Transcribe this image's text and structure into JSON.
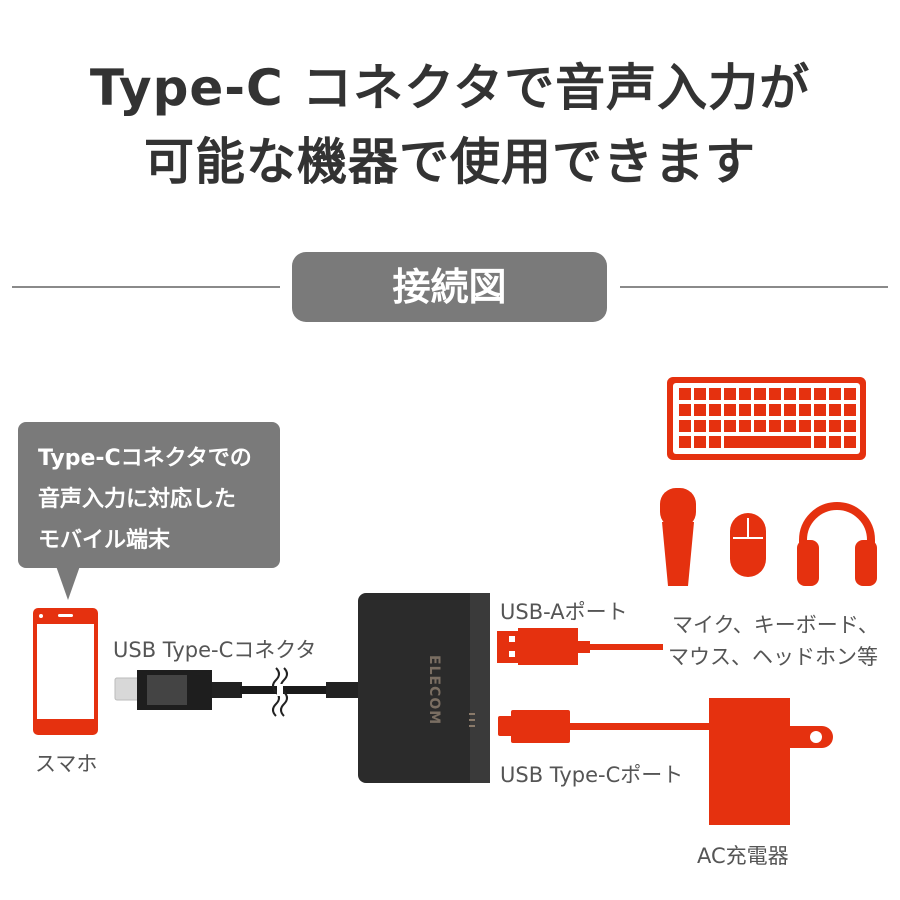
{
  "header": {
    "title_line1": "Type-C コネクタで音声入力が",
    "title_line2": "可能な機器で使用できます"
  },
  "section": {
    "label": "接続図"
  },
  "bubble": {
    "lines": [
      "Type-Cコネクタでの",
      "音声入力に対応した",
      "モバイル端末"
    ]
  },
  "labels": {
    "smartphone": "スマホ",
    "usb_c_connector": "USB Type-Cコネクタ",
    "usb_a_port": "USB-Aポート",
    "devices_line1": "マイク、キーボード、",
    "devices_line2": "マウス、ヘッドホン等",
    "usb_c_port": "USB Type-Cポート",
    "ac_charger": "AC充電器"
  },
  "brand": {
    "logo": "ELECOM"
  },
  "colors": {
    "accent": "#e5310f",
    "gray": "#7a7a7a",
    "device": "#2b2b2b"
  }
}
